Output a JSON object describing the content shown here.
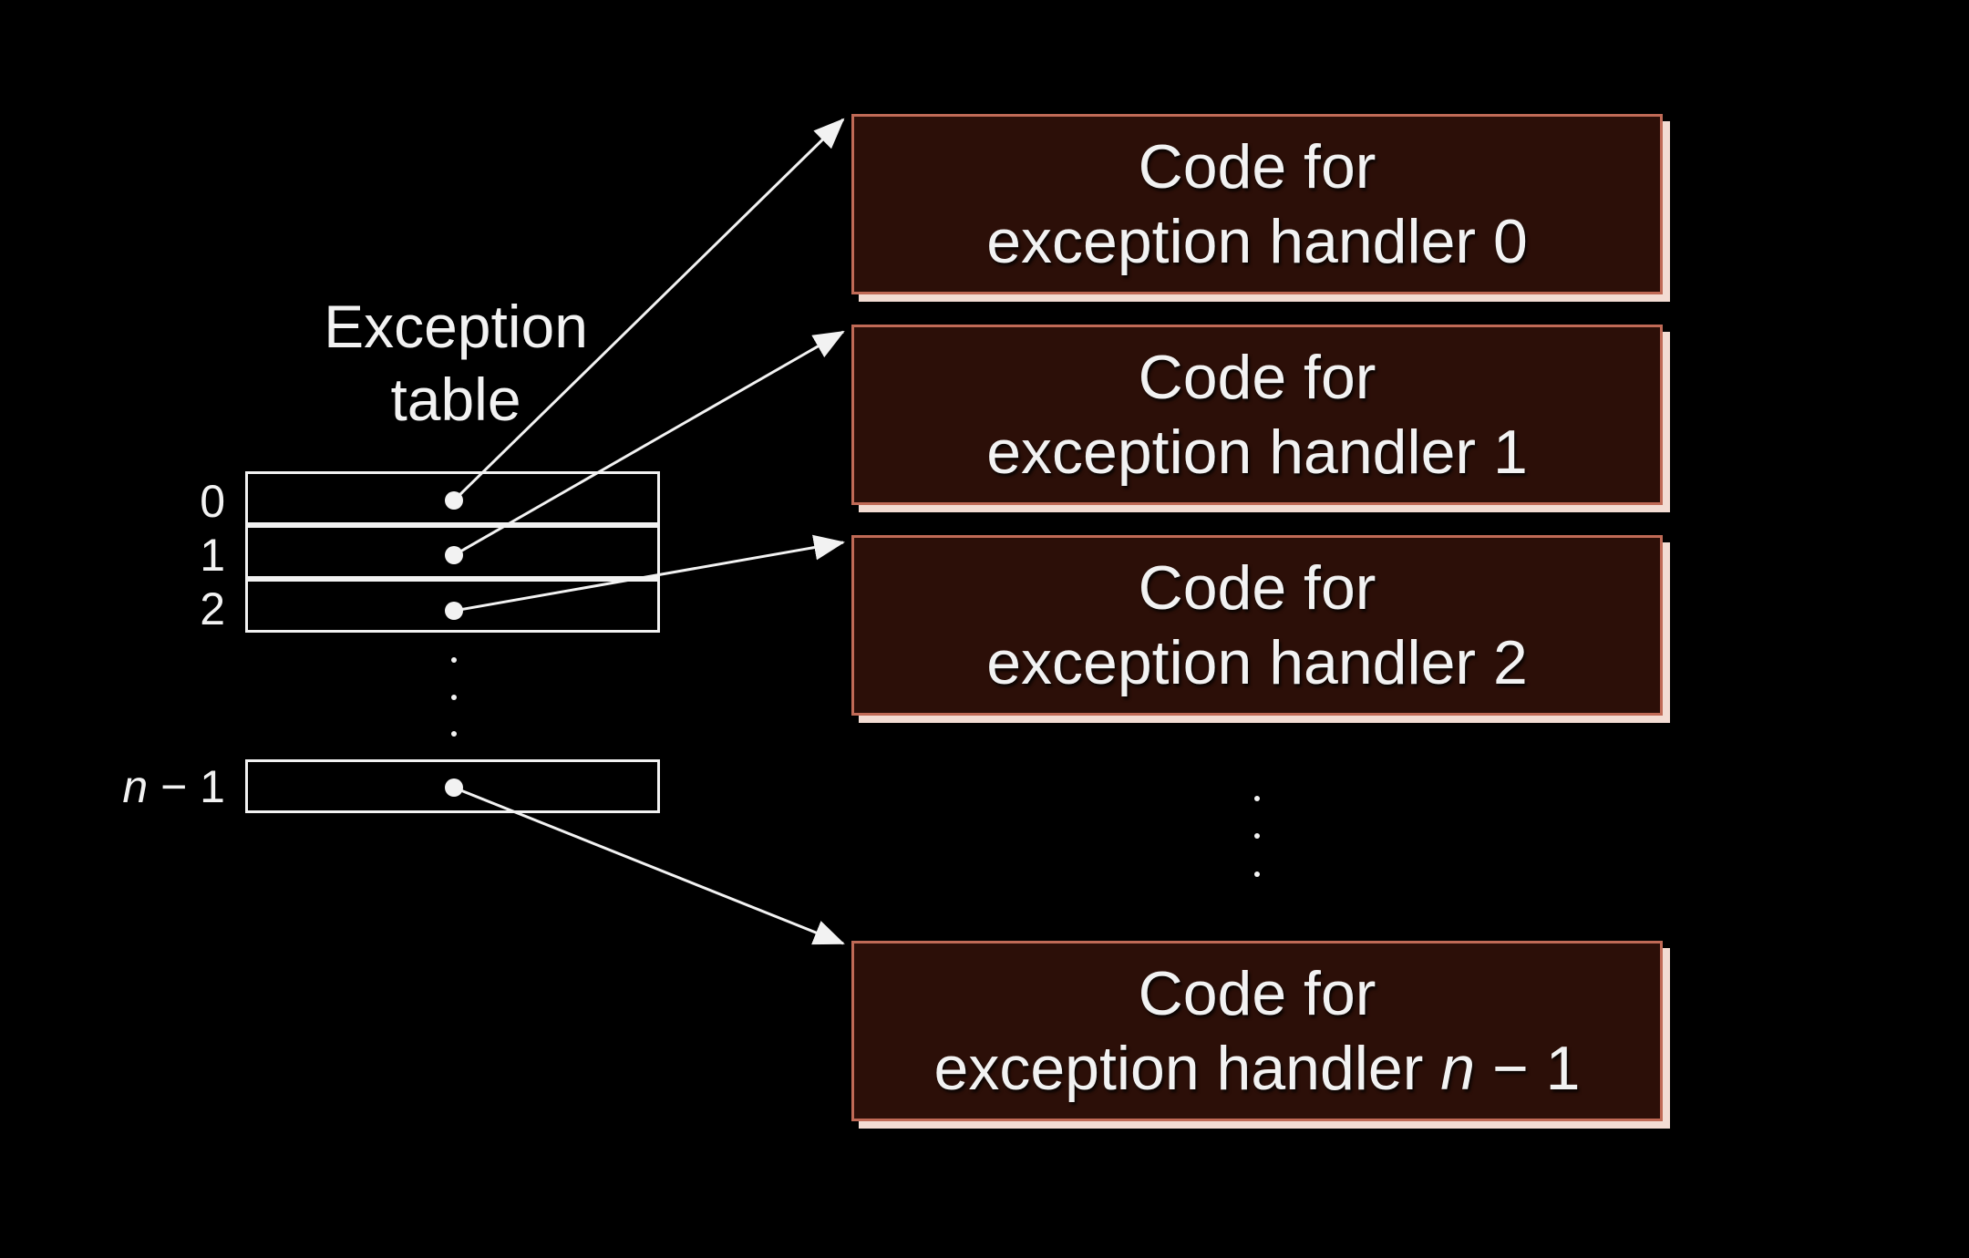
{
  "exception_table": {
    "title_line1": "Exception",
    "title_line2": "table",
    "rows": [
      {
        "label": "0"
      },
      {
        "label": "1"
      },
      {
        "label": "2"
      }
    ],
    "last_row": {
      "label_var": "n",
      "label_rest": " − 1"
    }
  },
  "handlers": [
    {
      "line1": "Code for",
      "line2": "exception handler 0"
    },
    {
      "line1": "Code for",
      "line2": "exception handler 1"
    },
    {
      "line1": "Code for",
      "line2": "exception handler 2"
    }
  ],
  "last_handler": {
    "line1": "Code for",
    "line2_prefix": "exception handler ",
    "line2_var": "n",
    "line2_suffix": " − 1"
  },
  "colors": {
    "background": "#000000",
    "foreground": "#f2f2f2",
    "handler_fill": "#2c0f08",
    "handler_border": "#c06a56",
    "handler_shadow": "#f3dcd3"
  }
}
